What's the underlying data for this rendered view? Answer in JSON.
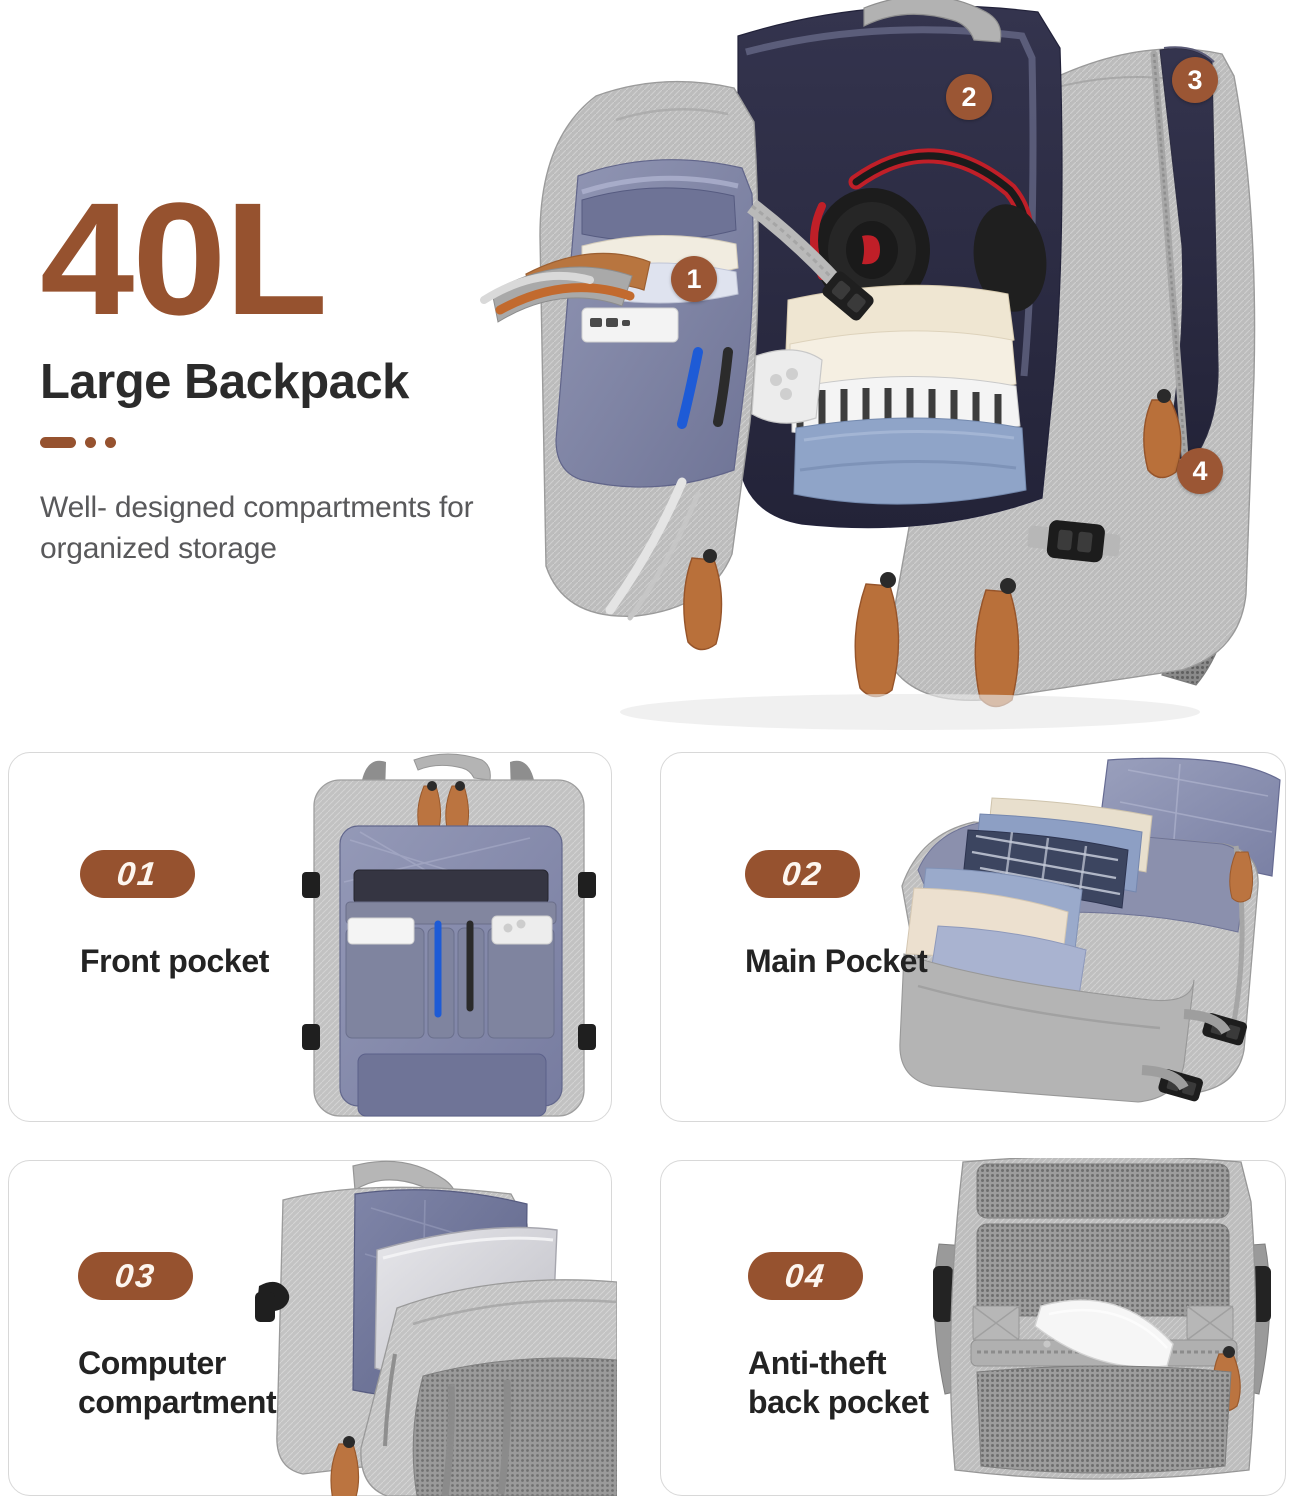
{
  "hero": {
    "volume": "40L",
    "headline": "Large Backpack",
    "tagline": "Well- designed compartments\nfor organized storage",
    "accent_color": "#96522F",
    "title_color": "#2b2b2b",
    "tagline_color": "#59595b",
    "callouts": [
      {
        "number": "1",
        "name": "front-pocket"
      },
      {
        "number": "2",
        "name": "main-pocket"
      },
      {
        "number": "3",
        "name": "computer-compartment"
      },
      {
        "number": "4",
        "name": "anti-theft-back-pocket"
      }
    ]
  },
  "cards": [
    {
      "badge": "01",
      "title": "Front pocket"
    },
    {
      "badge": "02",
      "title": "Main Pocket"
    },
    {
      "badge": "03",
      "title": "Computer\ncompartment"
    },
    {
      "badge": "04",
      "title": "Anti-theft\nback pocket"
    }
  ],
  "icons": {
    "dash": "dash-accent",
    "dot": "dot-accent"
  }
}
